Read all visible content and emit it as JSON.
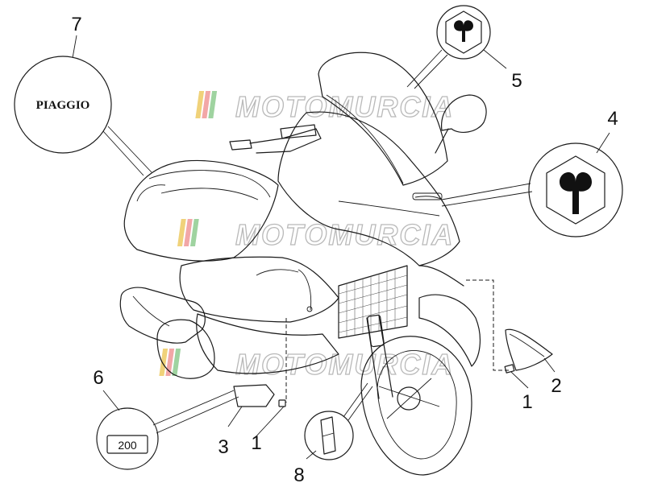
{
  "labels": {
    "brand_badge": "PIAGGIO",
    "plate": "200"
  },
  "watermark": {
    "text": "MOTOMURCIA",
    "stripe_colors": [
      "#f0d27a",
      "#f2a7a7",
      "#9fd3a0"
    ]
  },
  "callouts": [
    {
      "id": "c1a",
      "text": "1"
    },
    {
      "id": "c1b",
      "text": "1"
    },
    {
      "id": "c2",
      "text": "2"
    },
    {
      "id": "c3",
      "text": "3"
    },
    {
      "id": "c4",
      "text": "4"
    },
    {
      "id": "c5",
      "text": "5"
    },
    {
      "id": "c6",
      "text": "6"
    },
    {
      "id": "c7",
      "text": "7"
    },
    {
      "id": "c8",
      "text": "8"
    }
  ],
  "icons": {
    "piaggio_emblem": "piaggio-emblem-icon",
    "plate": "number-plate-icon",
    "decal_strip": "decal-strip-icon"
  }
}
